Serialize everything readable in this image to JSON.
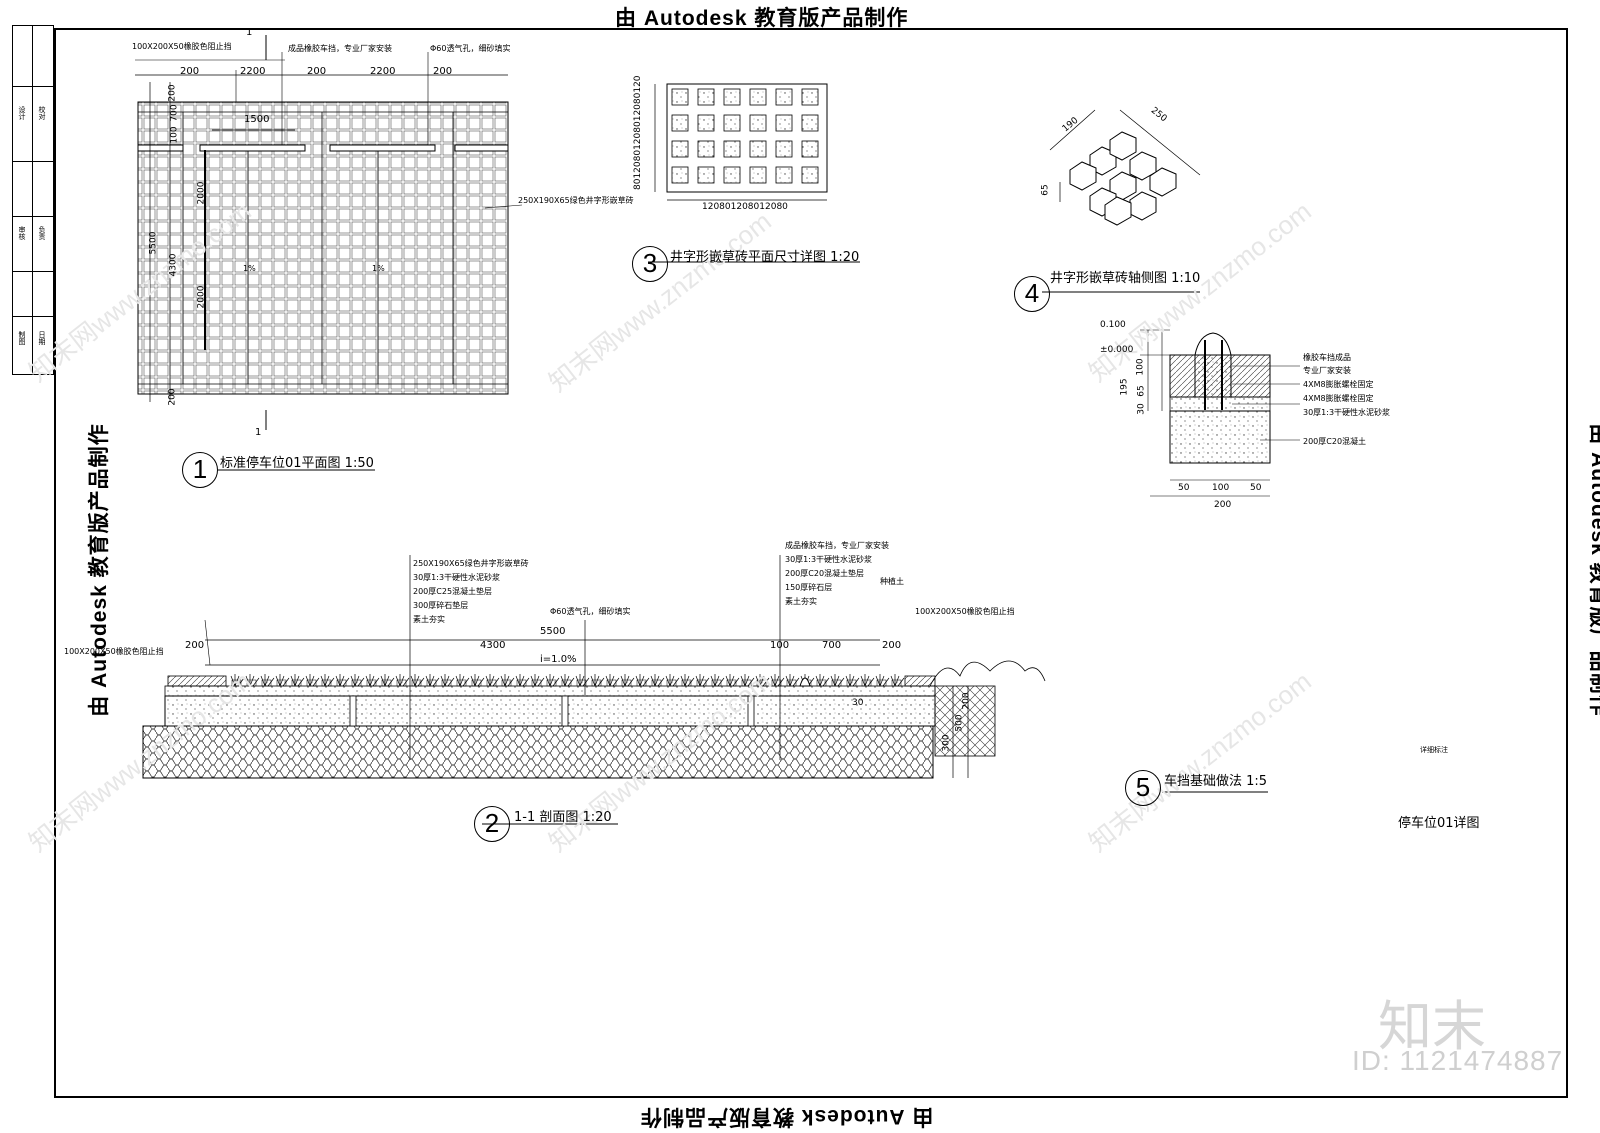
{
  "stamp": {
    "text": "由 Autodesk 教育版产品制作"
  },
  "watermark": {
    "text": "知末网www.znzmo.com",
    "id": "ID: 1121474887",
    "logo": "知末"
  },
  "sheet_title": "停车位01详图",
  "detail1": {
    "number": "1",
    "title": "标准停车位01平面图 1:50",
    "section_mark": "1",
    "dims_top": [
      "200",
      "2200",
      "200",
      "2200",
      "200"
    ],
    "dim_1500": "1500",
    "dims_left": [
      "200",
      "100",
      "700",
      "5500",
      "4300",
      "200"
    ],
    "dims_inner": [
      "2000",
      "2000"
    ],
    "slope": "1%",
    "notes": [
      "100X200X50橡胶色阻止挡",
      "成品橡胶车挡，专业厂家安装",
      "Φ60透气孔，细砂填实",
      "250X190X65绿色井字形嵌草砖"
    ]
  },
  "detail3": {
    "number": "3",
    "title": "井字形嵌草砖平面尺寸详图 1:20",
    "dims_v": "80120801208012080120",
    "dims_h": "120801208012080"
  },
  "detail4": {
    "number": "4",
    "title": "井字形嵌草砖轴侧图 1:10",
    "dims": [
      "190",
      "250",
      "65"
    ]
  },
  "detail2": {
    "number": "2",
    "title": "1-1 剖面图 1:20",
    "notes_left": [
      "250X190X65绿色井字形嵌草砖",
      "30厚1:3干硬性水泥砂浆",
      "200厚C25混凝土垫层",
      "300厚碎石垫层",
      "素土夯实"
    ],
    "notes_right": [
      "成品橡胶车挡，专业厂家安装",
      "30厚1:3干硬性水泥砂浆",
      "200厚C20混凝土垫层",
      "150厚碎石层",
      "素土夯实"
    ],
    "note_center": "Φ60透气孔，细砂填实",
    "note_plant": "种植土",
    "note_curb_right": "100X200X50橡胶色阻止挡",
    "note_curb_left": "100X200X50橡胶色阻止挡",
    "dims_total": "5500",
    "dims_parts": [
      "200",
      "4300",
      "100",
      "700",
      "200"
    ],
    "slope": "i=1.0%",
    "dims_right": [
      "200",
      "300",
      "500",
      "30"
    ]
  },
  "detail5": {
    "number": "5",
    "title": "车挡基础做法 1:5",
    "levels": [
      "0.100",
      "±0.000"
    ],
    "dims_v": [
      "100",
      "65",
      "30",
      "195"
    ],
    "dims_h": [
      "50",
      "100",
      "50",
      "200"
    ],
    "notes": [
      "橡胶车挡成品",
      "专业厂家安装",
      "4XM8膨胀螺栓固定",
      "4XM8膨胀螺栓固定",
      "30厚1:3干硬性水泥砂浆",
      "200厚C20混凝土"
    ],
    "small_note": "详细标注"
  },
  "titleblock": {
    "cells": [
      "设计",
      "校对",
      "审核",
      "负责",
      "制图",
      "日期"
    ]
  }
}
